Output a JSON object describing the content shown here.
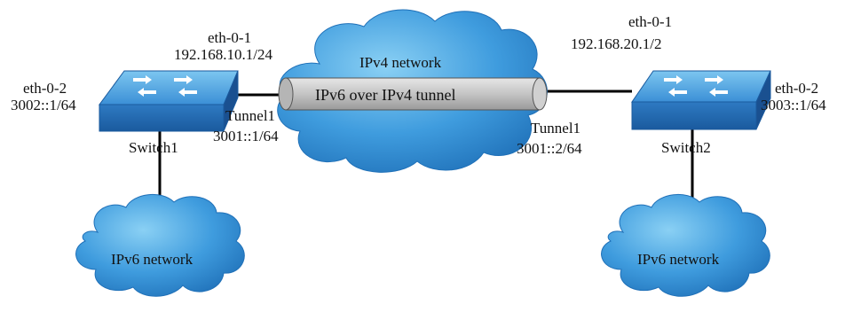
{
  "colors": {
    "cloud_light": "#8ad0f4",
    "cloud_mid": "#3f9cde",
    "cloud_dark": "#1f70b8",
    "switch_top": "#5fb3ea",
    "switch_side": "#2468b2",
    "tube_fill": "#c9c9c9",
    "link": "#000000"
  },
  "icons": {
    "switch": "network-switch-icon",
    "cloud": "network-cloud-icon",
    "tunnel": "tunnel-tube-icon"
  },
  "ipv4_cloud": {
    "label": "IPv4 network"
  },
  "tunnel": {
    "label": "IPv6 over IPv4 tunnel"
  },
  "switch1": {
    "name": "Switch1",
    "eth01_name": "eth-0-1",
    "eth01_addr": "192.168.10.1/24",
    "eth02_name": "eth-0-2",
    "eth02_addr": "3002::1/64",
    "tunnel_name": "Tunnel1",
    "tunnel_addr": "3001::1/64"
  },
  "switch2": {
    "name": "Switch2",
    "eth01_name": "eth-0-1",
    "eth01_addr": "192.168.20.1/2",
    "eth02_name": "eth-0-2",
    "eth02_addr": "3003::1/64",
    "tunnel_name": "Tunnel1",
    "tunnel_addr": "3001::2/64"
  },
  "ipv6_cloud_left": {
    "label": "IPv6 network"
  },
  "ipv6_cloud_right": {
    "label": "IPv6 network"
  }
}
